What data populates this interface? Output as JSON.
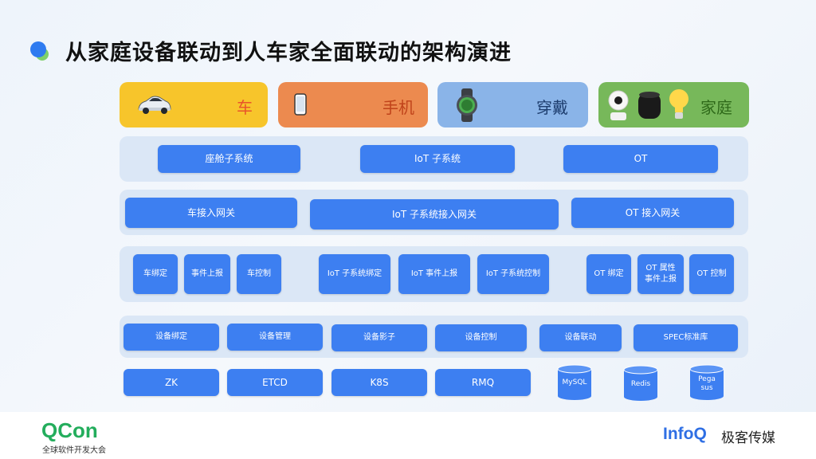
{
  "title": "从家庭设备联动到人车家全面联动的架构演进",
  "categories": {
    "car": "车",
    "phone": "手机",
    "wearable": "穿戴",
    "home": "家庭"
  },
  "colors": {
    "car": "#f7c52b",
    "phone": "#ec8a4f",
    "wearable": "#8ab4e8",
    "home": "#77b85a",
    "box": "#3d7ff1",
    "band": "#dbe7f6"
  },
  "row1": {
    "cockpit": "座舱子系统",
    "iot": "IoT 子系统",
    "ot": "OT"
  },
  "row2": {
    "car_gw": "车接入网关",
    "iot_gw": "IoT 子系统接入网关",
    "ot_gw": "OT 接入网关"
  },
  "row3": {
    "car_bind": "车绑定",
    "car_event": "事件上报",
    "car_ctrl": "车控制",
    "iot_bind": "IoT 子系统绑定",
    "iot_event": "IoT 事件上报",
    "iot_ctrl": "IoT 子系统控制",
    "ot_bind": "OT 绑定",
    "ot_prop_1": "OT 属性",
    "ot_prop_2": "事件上报",
    "ot_ctrl": "OT 控制"
  },
  "row4": {
    "dev_bind": "设备绑定",
    "dev_mgmt": "设备管理",
    "dev_shadow": "设备影子",
    "dev_ctrl": "设备控制",
    "dev_link": "设备联动",
    "spec": "SPEC标准库"
  },
  "row5": {
    "zk": "ZK",
    "etcd": "ETCD",
    "k8s": "K8S",
    "rmq": "RMQ",
    "mysql": "MySQL",
    "redis": "Redis",
    "pegasus_1": "Pega",
    "pegasus_2": "sus"
  },
  "footer": {
    "qcon": "QCon",
    "qcon_sub": "全球软件开发大会",
    "infoq": "InfoQ",
    "infoq_cn": "极客传媒"
  },
  "icons": [
    "car-icon",
    "phone-icon",
    "watch-icon",
    "camera-icon",
    "speaker-icon",
    "bulb-icon",
    "database-icon"
  ]
}
